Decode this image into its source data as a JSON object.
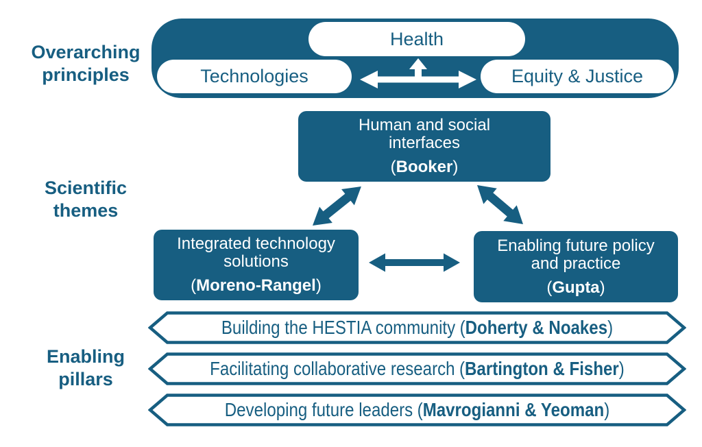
{
  "colors": {
    "teal": "#175E81",
    "white": "#FFFFFF"
  },
  "punct": {
    "open": "(",
    "close": ")"
  },
  "sections": {
    "principles": {
      "label": [
        "Overarching",
        "principles"
      ]
    },
    "themes": {
      "label": [
        "Scientific",
        "themes"
      ]
    },
    "pillars": {
      "label": [
        "Enabling",
        "pillars"
      ]
    }
  },
  "principles": {
    "pills": {
      "health": "Health",
      "technologies": "Technologies",
      "equity": "Equity & Justice"
    }
  },
  "themes": {
    "booker": {
      "lines": [
        "Human and social",
        "interfaces"
      ],
      "lead": "Booker"
    },
    "moreno": {
      "lines": [
        "Integrated technology",
        "solutions"
      ],
      "lead": "Moreno-Rangel"
    },
    "gupta": {
      "lines": [
        "Enabling future policy",
        "and practice"
      ],
      "lead": "Gupta"
    }
  },
  "pillars": {
    "items": [
      {
        "text": "Building the HESTIA community",
        "lead": "Doherty & Noakes"
      },
      {
        "text": "Facilitating collaborative research",
        "lead": "Bartington & Fisher"
      },
      {
        "text": "Developing future leaders",
        "lead": "Mavrogianni & Yeoman"
      }
    ]
  }
}
